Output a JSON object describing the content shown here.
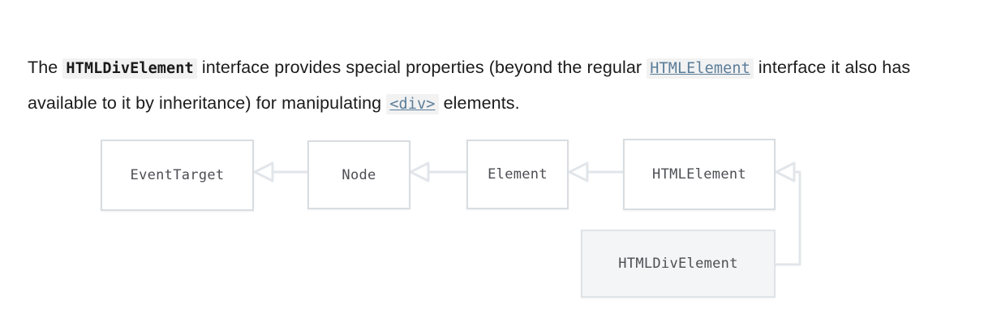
{
  "paragraph": {
    "segments": [
      {
        "kind": "text",
        "text": "The "
      },
      {
        "kind": "code-strong",
        "text": "HTMLDivElement"
      },
      {
        "kind": "text",
        "text": " interface provides special properties (beyond the regular "
      },
      {
        "kind": "code-link",
        "text": "HTMLElement"
      },
      {
        "kind": "text",
        "text": " interface it also has available to it by inheritance) for manipulating "
      },
      {
        "kind": "code-link",
        "text": "<div>"
      },
      {
        "kind": "text",
        "text": " elements."
      }
    ],
    "lead_text": "The ",
    "interface_name": "HTMLDivElement",
    "middle_text": " interface provides special properties (beyond the regular ",
    "parent_interface": "HTMLElement",
    "tail_text": " interface it also has available to it by inheritance) for manipulating ",
    "element_tag": "<div>",
    "end_text": " elements."
  },
  "diagram": {
    "type": "inheritance-chain",
    "nodes": [
      {
        "id": "eventtarget",
        "label": "EventTarget",
        "current": false
      },
      {
        "id": "node",
        "label": "Node",
        "current": false
      },
      {
        "id": "element",
        "label": "Element",
        "current": false
      },
      {
        "id": "htmlelement",
        "label": "HTMLElement",
        "current": false
      },
      {
        "id": "htmldivelement",
        "label": "HTMLDivElement",
        "current": true
      }
    ],
    "edges": [
      {
        "from": "node",
        "to": "eventtarget",
        "kind": "inherits"
      },
      {
        "from": "element",
        "to": "node",
        "kind": "inherits"
      },
      {
        "from": "htmlelement",
        "to": "element",
        "kind": "inherits"
      },
      {
        "from": "htmldivelement",
        "to": "htmlelement",
        "kind": "inherits"
      }
    ],
    "colors": {
      "box_border": "#d8dde1",
      "box_fill": "#ffffff",
      "current_fill": "#f3f5f7",
      "edge_line": "#e2e6ea",
      "label_text": "#4d4e53"
    }
  },
  "colors": {
    "text": "#1b1b1b",
    "code_background": "#f2f2f2",
    "link": "#5b7d99",
    "page_background": "#ffffff"
  }
}
